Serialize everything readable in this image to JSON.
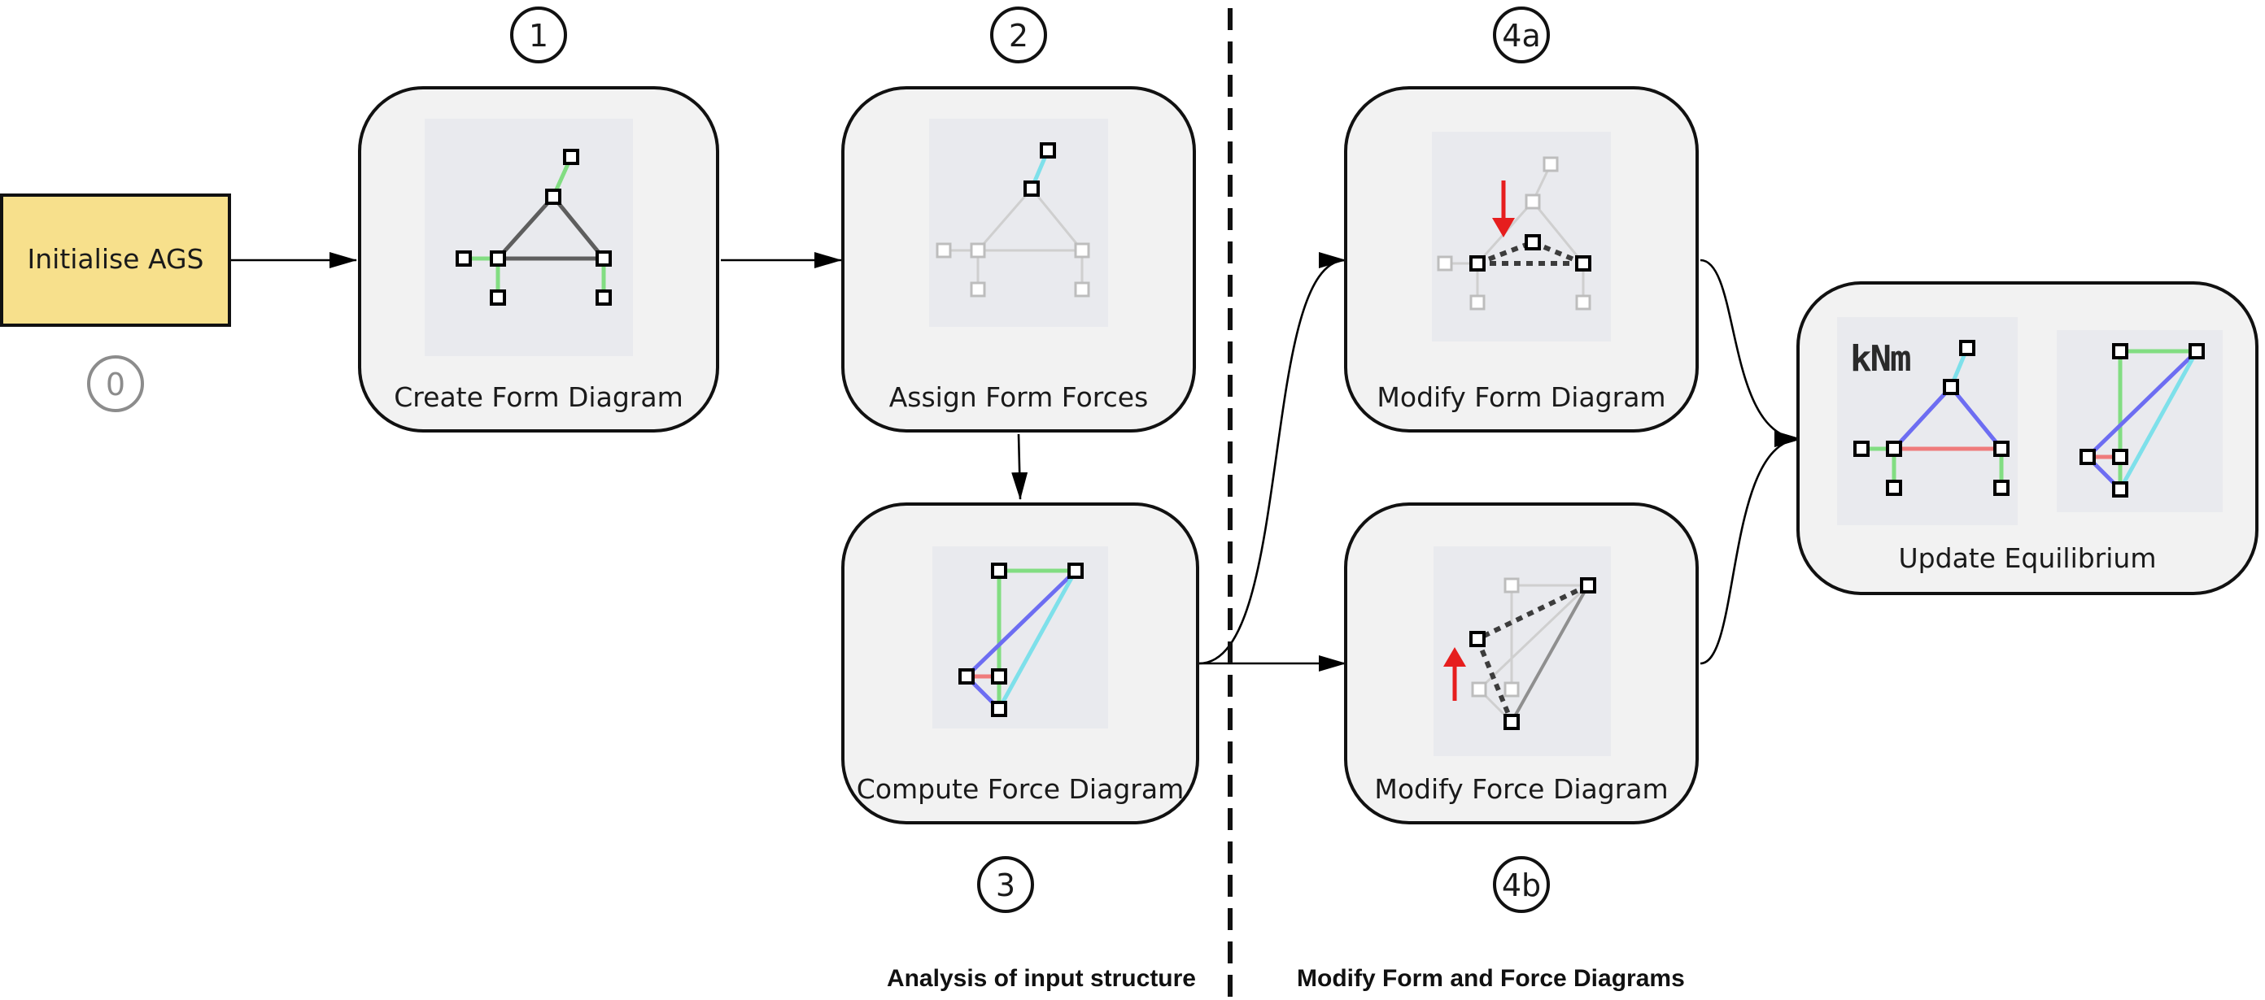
{
  "nodes": {
    "init": {
      "label": "Initialise AGS",
      "step": "0"
    },
    "create_form": {
      "label": "Create Form Diagram",
      "step": "1"
    },
    "assign_forces": {
      "label": "Assign Form Forces",
      "step": "2"
    },
    "compute_force": {
      "label": "Compute Force Diagram",
      "step": "3"
    },
    "modify_form": {
      "label": "Modify Form Diagram",
      "step": "4a"
    },
    "modify_force": {
      "label": "Modify Force Diagram",
      "step": "4b"
    },
    "update_eq": {
      "label": "Update Equilibrium",
      "unit": "kNm"
    }
  },
  "sections": {
    "left": "Analysis of input structure",
    "right": "Modify Form and Force Diagrams"
  },
  "colors": {
    "init_fill": "#f7e08c",
    "node_fill": "#f2f2f2",
    "arrow_red": "#e61e1e"
  },
  "icons": [
    "form-diagram-icon",
    "force-diagram-icon",
    "load-arrow-icon"
  ]
}
